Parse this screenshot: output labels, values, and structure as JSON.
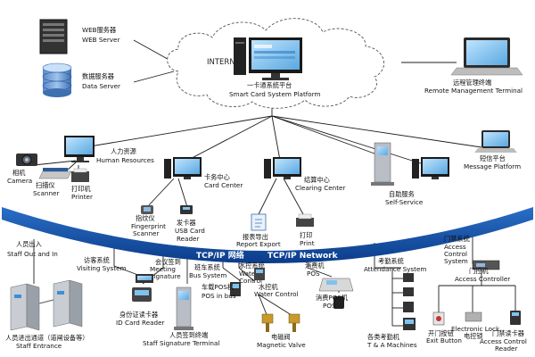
{
  "internet": "INTERNET",
  "network_band": {
    "cn": "TCP/IP 网络",
    "en": "TCP/IP Network"
  },
  "nodes": {
    "web_server": {
      "cn": "WEB服务器",
      "en": "WEB Server"
    },
    "data_server": {
      "cn": "数据服务器",
      "en": "Data Server"
    },
    "platform": {
      "cn": "一卡通系统平台",
      "en": "Smart Card System Platform"
    },
    "remote": {
      "cn": "远程管理终端",
      "en": "Remote Management Terminal"
    },
    "hr": {
      "cn": "人力资源",
      "en": "Human Resources"
    },
    "card_center": {
      "cn": "卡务中心",
      "en": "Card Center"
    },
    "clearing_center": {
      "cn": "结算中心",
      "en": "Clearing Center"
    },
    "self_service": {
      "cn": "自助服务",
      "en": "Self-Service"
    },
    "message_platform": {
      "cn": "短信平台",
      "en": "Message Platform"
    },
    "camera": {
      "cn": "相机",
      "en": "Camera"
    },
    "scanner": {
      "cn": "扫描仪",
      "en": "Scanner"
    },
    "printer_hr": {
      "cn": "打印机",
      "en": "Printer"
    },
    "fingerprint": {
      "cn": "指纹仪",
      "en1": "Fingerprint",
      "en2": "Scanner"
    },
    "usb_reader": {
      "cn": "发卡器",
      "en1": "USB Card",
      "en2": "Reader"
    },
    "report_export": {
      "cn": "报表导出",
      "en": "Report Export"
    },
    "print": {
      "cn": "打印",
      "en": "Print"
    },
    "staff_out": {
      "cn": "人员出入",
      "en": "Staff Out and In"
    },
    "visiting": {
      "cn": "访客系统",
      "en": "Visiting System"
    },
    "meeting": {
      "cn": "会议签到",
      "en": "Meeting",
      "en2": "Signature"
    },
    "bus_system": {
      "cn": "班车系统",
      "en": "Bus System"
    },
    "water_control": {
      "cn": "水控系统",
      "en1": "Water",
      "en2": "Control"
    },
    "pos": {
      "cn": "消费机",
      "en": "POS"
    },
    "attendance": {
      "cn": "考勤系统",
      "en": "Attendance System"
    },
    "access_control_system": {
      "cn": "门禁系统",
      "en1": "Access",
      "en2": "Control",
      "en3": "System"
    },
    "access_controller": {
      "cn": "门控机",
      "en": "Access Controller"
    },
    "bus_pos": {
      "cn": "车载POS机",
      "en": "POS in bus"
    },
    "water_ctrl_device": {
      "cn": "水控机",
      "en": "Water Control"
    },
    "pos_machine": {
      "cn": "消费POS机",
      "en": "POS"
    },
    "id_reader": {
      "cn": "身份证读卡器",
      "en": "ID Card Reader"
    },
    "staff_sig": {
      "cn": "人员签到终端",
      "en": "Staff Signature Terminal"
    },
    "magnetic_valve": {
      "cn": "电磁阀",
      "en": "Magnetic Valve"
    },
    "ta_machines": {
      "cn": "各类考勤机",
      "en": "T & A Machines"
    },
    "staff_entrance": {
      "cn": "人员进出通道（道闸设备等）",
      "en": "Staff Entrance"
    },
    "exit_button": {
      "cn": "开门按钮",
      "en": "Exit Button"
    },
    "electronic_lock": {
      "cn": "Electronic Lock",
      "cn2": "电控锁"
    },
    "access_reader": {
      "cn": "门禁读卡器",
      "en": "Access Control",
      "en2": "Reader"
    }
  },
  "colors": {
    "band_top": "#1f5fb4",
    "band_bottom": "#0b3c8a",
    "screen": "#7ec3f0",
    "device": "#2b2b2b"
  }
}
